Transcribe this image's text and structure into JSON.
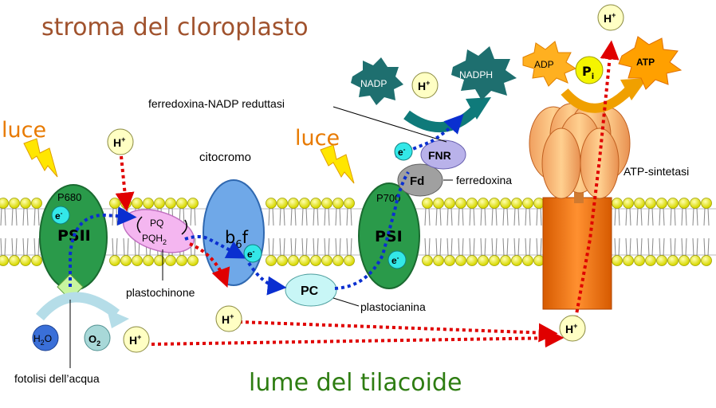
{
  "texts": {
    "stroma": "stroma del cloroplasto",
    "lumen": "lume del tilacoide",
    "luce1": "luce",
    "luce2": "luce",
    "psii": "PSII",
    "p680": "P680",
    "psi": "PSI",
    "p700": "P700",
    "pq": "PQ",
    "pqh2": "PQH",
    "pqh2_sub": "2",
    "b6f": "b",
    "b6f_sub": "6",
    "b6f_f": "f",
    "citocromo": "citocromo",
    "plastochinone": "plastochinone",
    "pc": "PC",
    "plastocianina": "plastocianina",
    "fd": "Fd",
    "ferredoxina": "ferredoxina",
    "fnr": "FNR",
    "fnr_label": "ferredoxina-NADP reduttasi",
    "nadp": "NADP",
    "nadph": "NADPH",
    "adp": "ADP",
    "pi": "P",
    "pi_sub": "i",
    "atp": "ATP",
    "atp_sintetasi": "ATP-sintetasi",
    "h2o": "H",
    "h2o_sub": "2",
    "h2o_o": "O",
    "o2": "O",
    "o2_sub": "2",
    "fotolisi": "fotolisi dell’acqua",
    "e": "e",
    "e_sup": "-",
    "h": "H",
    "h_sup": "+"
  },
  "colors": {
    "stroma_text": "#a0522d",
    "lumen_text": "#2e7d12",
    "luce_text": "#e87a00",
    "psii_fill": "#2a9a4a",
    "psi_fill": "#2a9a4a",
    "b6f_fill": "#6fa8e8",
    "pq_fill": "#f4b6f0",
    "pc_fill": "#c8f6f6",
    "fd_fill": "#a0a0a0",
    "fnr_fill": "#b9b2ea",
    "h_fill": "#ffffc4",
    "e_fill": "#33e8e8",
    "nadp_fill": "#1e6f6f",
    "adp_fill": "#ffb020",
    "atp_fill": "#ffa000",
    "pi_fill": "#f5f500",
    "electron_path": "#0a2fd0",
    "proton_path": "#e00000",
    "membrane_head": "#f0f000"
  },
  "icons": [
    "lightning-icon",
    "curved-arrow-icon"
  ]
}
